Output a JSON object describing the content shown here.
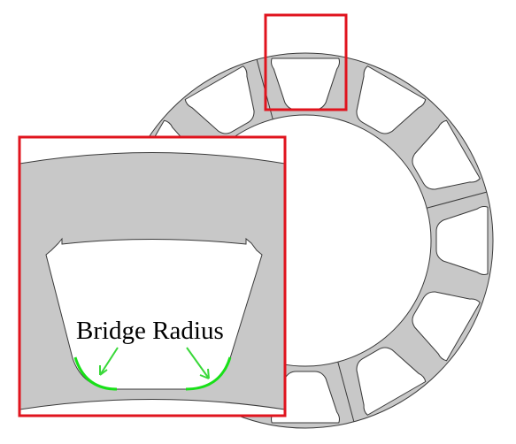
{
  "figure": {
    "annotation_label": "Bridge Radius",
    "colors": {
      "lamination_fill": "#c8c8c8",
      "lamination_stroke": "#3a3a3a",
      "highlight_box": "#e0141e",
      "bridge_highlight": "#18e018",
      "arrow": "#39d839",
      "background": "#ffffff"
    },
    "rotor": {
      "slot_count": 12,
      "segment_line_count": 4
    }
  }
}
